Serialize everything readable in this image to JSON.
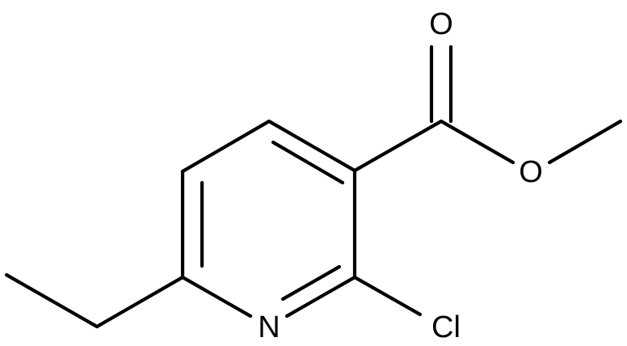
{
  "molecule": {
    "atoms": {
      "oxygen_carbonyl": "O",
      "oxygen_ester": "O",
      "nitrogen": "N",
      "chlorine": "Cl"
    }
  },
  "colors": {
    "bond": "#000000",
    "label": "#000000",
    "background": "#ffffff"
  }
}
